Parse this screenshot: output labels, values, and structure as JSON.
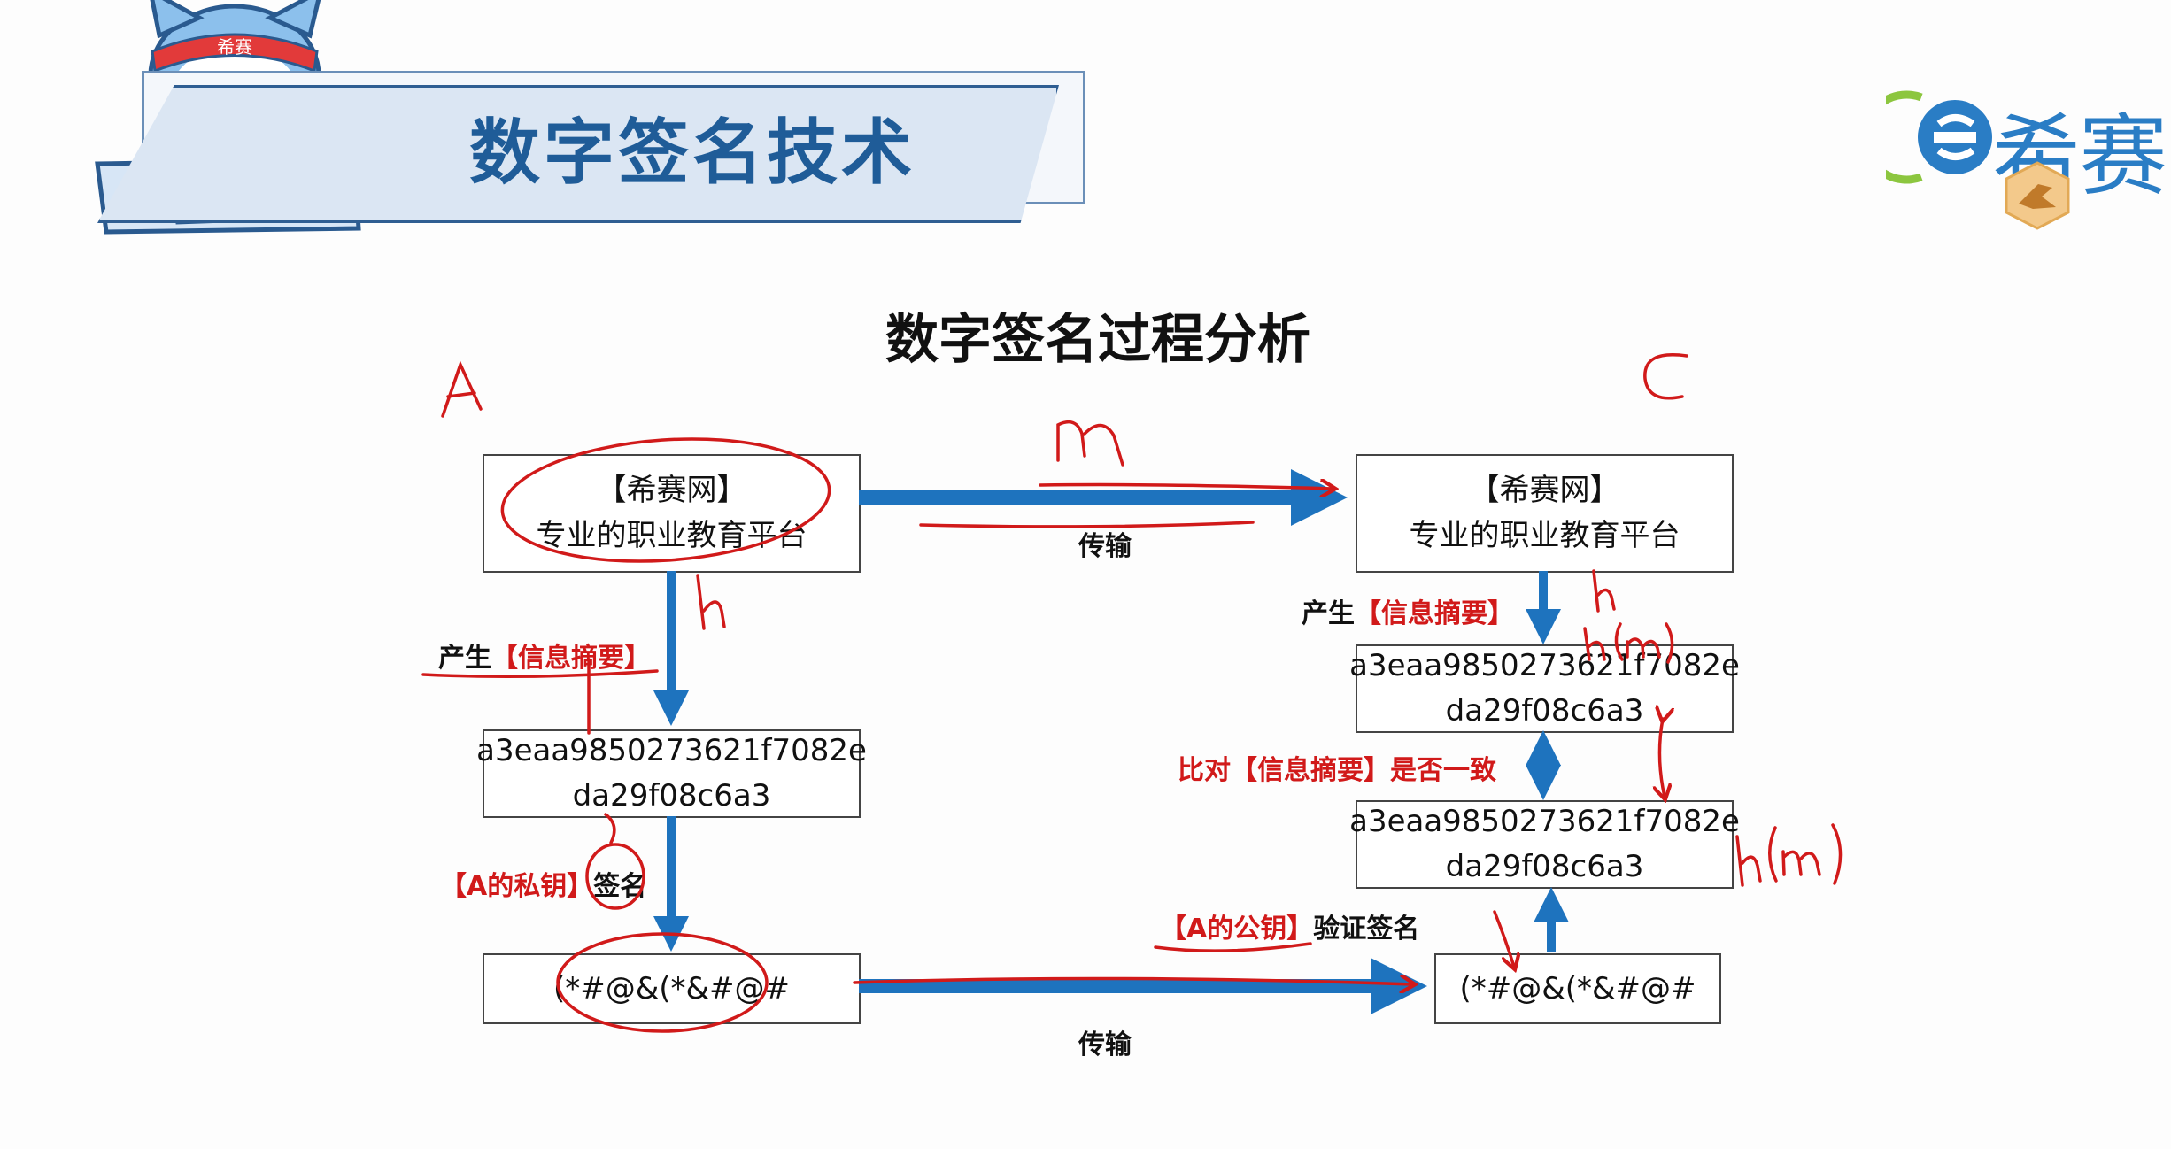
{
  "header": {
    "title": "数字签名技术",
    "mascot_headband": "希赛",
    "logo_text": "希赛"
  },
  "diagram": {
    "title": "数字签名过程分析",
    "sender_box": {
      "line1": "【希赛网】",
      "line2": "专业的职业教育平台"
    },
    "receiver_box": {
      "line1": "【希赛网】",
      "line2": "专业的职业教育平台"
    },
    "sender_digest": {
      "line1": "a3eaa9850273621f7082e",
      "line2": "da29f08c6a3"
    },
    "receiver_digest_top": {
      "line1": "a3eaa9850273621f7082e",
      "line2": "da29f08c6a3"
    },
    "receiver_digest_bottom": {
      "line1": "a3eaa9850273621f7082e",
      "line2": "da29f08c6a3"
    },
    "sender_signature": "(*#@&(*&#@#",
    "receiver_signature": "(*#@&(*&#@#",
    "transfer_top": "传输",
    "transfer_bottom": "传输",
    "sender_produce": {
      "prefix": "产生",
      "key": "【信息摘要】"
    },
    "receiver_produce": {
      "prefix": "产生",
      "key": "【信息摘要】"
    },
    "sign_label": {
      "key": "【A的私钥】",
      "suffix": "签名"
    },
    "verify_label": {
      "key": "【A的公钥】",
      "suffix": "验证签名"
    },
    "compare_label": {
      "prefix": "比对",
      "key": "【信息摘要】",
      "suffix": "是否一致"
    }
  },
  "annotations": {
    "sender_letter": "A",
    "receiver_letter": "C",
    "message_letter": "m",
    "hash_letter_left": "h",
    "hash_letter_right": "h",
    "hash_m_top": "h(m)",
    "hash_m_right": "h(m)"
  },
  "colors": {
    "arrow_blue": "#1e73be",
    "red_ink": "#d11a1a",
    "title_blue": "#1f5c98"
  }
}
